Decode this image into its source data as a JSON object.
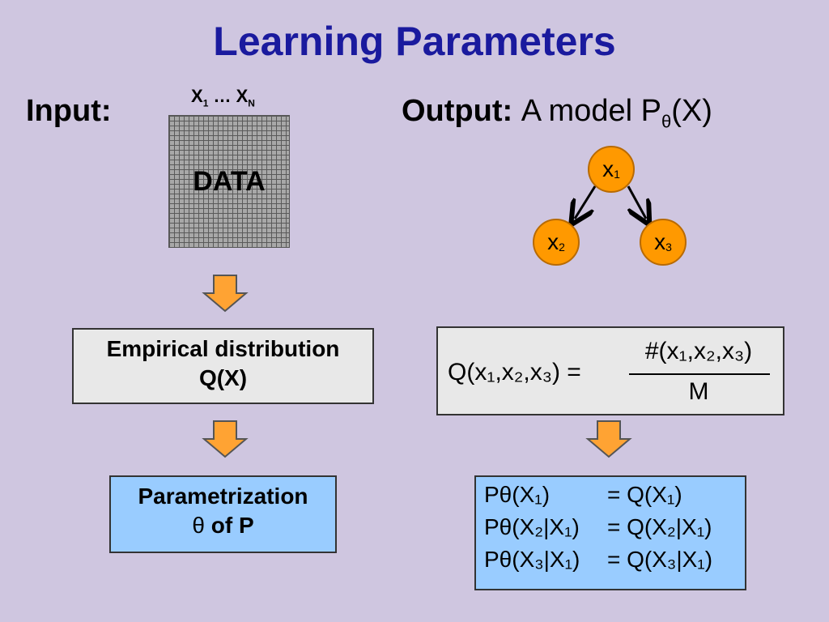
{
  "title": "Learning Parameters",
  "input": {
    "label": "Input:",
    "columns_label_prefix": "X",
    "columns_sub_first": "1",
    "columns_ellipsis": " … X",
    "columns_sub_last": "N",
    "data_label": "DATA"
  },
  "output": {
    "label": "Output:",
    "description_prefix": "A model P",
    "theta": "θ",
    "description_suffix": "(X)"
  },
  "nodes": [
    {
      "name": "x",
      "sub": "1"
    },
    {
      "name": "x",
      "sub": "2"
    },
    {
      "name": "x",
      "sub": "3"
    }
  ],
  "empirical": {
    "line1": "Empirical distribution",
    "line2": "Q(X)"
  },
  "parametrization": {
    "line1": "Parametrization",
    "line2_theta": "θ",
    "line2_rest": " of P"
  },
  "formula": {
    "lhs": "Q(x₁,x₂,x₃) =",
    "numerator": "#(x₁,x₂,x₃)",
    "denominator": "M"
  },
  "equations": [
    {
      "lhs": "Pθ(X₁)",
      "rhs": "= Q(X₁)"
    },
    {
      "lhs": "Pθ(X₂|X₁)",
      "rhs": "= Q(X₂|X₁)"
    },
    {
      "lhs": "Pθ(X₃|X₁)",
      "rhs": "= Q(X₃|X₁)"
    }
  ],
  "colors": {
    "title": "#1a1a9e",
    "background": "#cfc6e0",
    "node_fill": "#ff9900",
    "arrow_fill": "#ffa333",
    "blue_box": "#99ccff",
    "grey_box": "#e8e8e8"
  }
}
